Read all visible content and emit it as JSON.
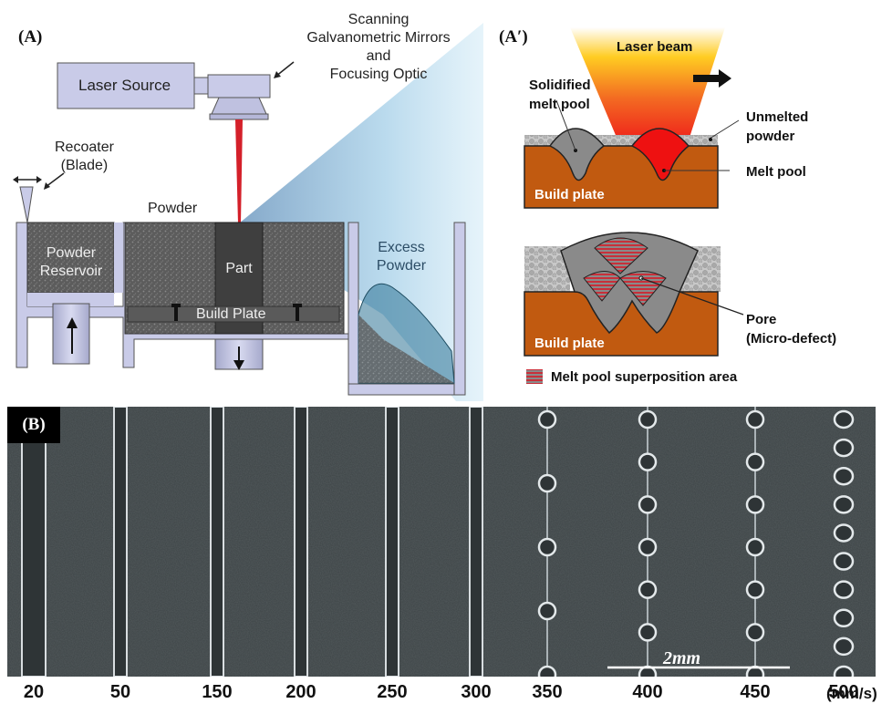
{
  "panel_a": {
    "label": "(A)",
    "laser_source": "Laser Source",
    "scanning_line1": "Scanning",
    "scanning_line2": "Galvanometric Mirrors",
    "scanning_line3": "and",
    "scanning_line4": "Focusing Optic",
    "recoater_line1": "Recoater",
    "recoater_line2": "(Blade)",
    "powder": "Powder",
    "reservoir_line1": "Powder",
    "reservoir_line2": "Reservoir",
    "part": "Part",
    "build_plate": "Build Plate",
    "excess_line1": "Excess",
    "excess_line2": "Powder"
  },
  "panel_a_prime": {
    "label": "(A′)",
    "laser_beam": "Laser beam",
    "solidified_line1": "Solidified",
    "solidified_line2": "melt pool",
    "unmelted_line1": "Unmelted",
    "unmelted_line2": "powder",
    "melt_pool": "Melt pool",
    "build_plate_top": "Build plate",
    "build_plate_bottom": "Build plate",
    "pore_line1": "Pore",
    "pore_line2": "(Micro-defect)",
    "legend": "Melt pool superposition area"
  },
  "panel_b": {
    "label": "(B)",
    "scale_bar": "2mm",
    "unit": "(mm/s)",
    "speeds": [
      "20",
      "50",
      "150",
      "200",
      "250",
      "300",
      "350",
      "400",
      "450",
      "500"
    ]
  },
  "colors": {
    "machine": "#c9cbe8",
    "powder": "#5e5e5e",
    "part": "#3f3f3f",
    "laser": "#d4202a",
    "build_plate_orange": "#c15a10",
    "melt_pool_red": "#ee1111",
    "solid_gray": "#8a8a8a",
    "sem_bg": "#3d4446"
  }
}
